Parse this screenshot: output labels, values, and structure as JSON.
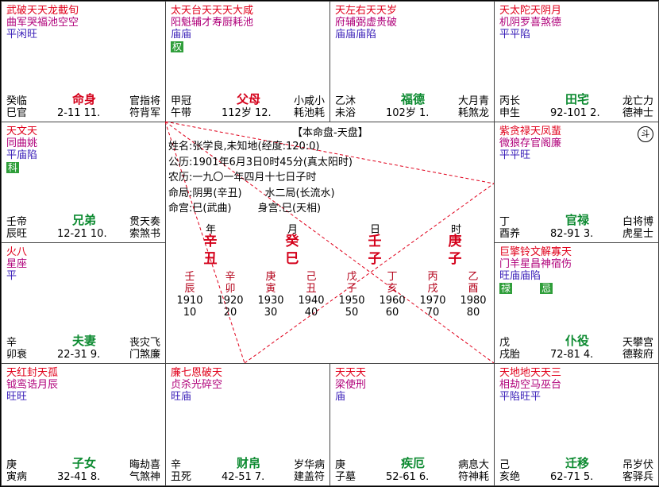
{
  "title": "【本命盘-天盘】",
  "info": {
    "name_line": "姓名:张学良,未知地(经度:120:0)",
    "solar_line": "公历:1901年6月3日0时45分(真太阳时)",
    "lunar_line": "农历:一九〇一年四月十七日子时",
    "mingju_line": "命局:阴男(辛丑)       水二局(长流水)",
    "gong_line": "命宫:巳(武曲)        身宫:巳(天相)"
  },
  "pillars": {
    "labels": [
      "年",
      "月",
      "日",
      "时"
    ],
    "gan": [
      "辛",
      "癸",
      "壬",
      "庚"
    ],
    "zhi": [
      "丑",
      "巳",
      "子",
      "子"
    ]
  },
  "dayun": [
    {
      "gan": "壬",
      "zhi": "辰",
      "year": "1910",
      "age": "10"
    },
    {
      "gan": "辛",
      "zhi": "卯",
      "year": "1920",
      "age": "20"
    },
    {
      "gan": "庚",
      "zhi": "寅",
      "year": "1930",
      "age": "30"
    },
    {
      "gan": "己",
      "zhi": "丑",
      "year": "1940",
      "age": "40"
    },
    {
      "gan": "戊",
      "zhi": "子",
      "year": "1950",
      "age": "50"
    },
    {
      "gan": "丁",
      "zhi": "亥",
      "year": "1960",
      "age": "60"
    },
    {
      "gan": "丙",
      "zhi": "戌",
      "year": "1970",
      "age": "70"
    },
    {
      "gan": "乙",
      "zhi": "酉",
      "year": "1980",
      "age": "80"
    }
  ],
  "corner_badge": "斗",
  "palaces": {
    "si": {
      "main": "武破天天龙截旬",
      "aux": "曲军哭福池空空",
      "bright": "平闲旺",
      "hua": "",
      "hua2": "",
      "gan1": "癸",
      "gan2": "巳",
      "cs1": "临",
      "cs2": "官",
      "name": "命身",
      "range": "2-11 11.",
      "sm_top": [
        "官",
        "指",
        "将"
      ],
      "sm_bot": [
        "符",
        "背",
        "军"
      ]
    },
    "wu": {
      "main": "太天台天天天大咸",
      "aux": "阳魁辅才寿厨耗池",
      "bright": "庙庙",
      "hua": "权",
      "hua2": "",
      "gan1": "甲",
      "gan2": "午",
      "cs1": "冠",
      "cs2": "带",
      "name": "父母",
      "range": "112岁 12.",
      "sm_top": [
        "小",
        "咸",
        "小"
      ],
      "sm_bot": [
        "耗",
        "池",
        "耗"
      ]
    },
    "wei": {
      "main": "天左右天天岁",
      "aux": "府辅弼虚贵破",
      "bright": "庙庙庙陷",
      "hua": "",
      "hua2": "",
      "gan1": "乙",
      "gan2": "未",
      "cs1": "沐",
      "cs2": "浴",
      "name": "福德",
      "range": "102岁 1.",
      "sm_top": [
        "大",
        "月",
        "青"
      ],
      "sm_bot": [
        "耗",
        "煞",
        "龙"
      ]
    },
    "shen": {
      "main": "天太陀天阴月",
      "aux": "机阴罗喜煞德",
      "bright": "平平陷",
      "hua": "",
      "hua2": "",
      "gan1": "丙",
      "gan2": "申",
      "cs1": "长",
      "cs2": "生",
      "name": "田宅",
      "range": "92-101 2.",
      "sm_top": [
        "龙",
        "亡",
        "力"
      ],
      "sm_bot": [
        "德",
        "神",
        "士"
      ]
    },
    "chen": {
      "main": "天文天",
      "aux": "同曲姚",
      "bright": "平庙陷",
      "hua": "科",
      "hua2": "",
      "gan1": "壬",
      "gan2": "辰",
      "cs1": "帝",
      "cs2": "旺",
      "name": "兄弟",
      "range": "12-21 10.",
      "sm_top": [
        "贯",
        "天",
        "奏"
      ],
      "sm_bot": [
        "索",
        "煞",
        "书"
      ]
    },
    "you": {
      "main": "紫贪禄天凤蜚",
      "aux": "微狼存官阁廉",
      "bright": "平平旺",
      "hua": "",
      "hua2": "",
      "gan1": "丁",
      "gan2": "酉",
      "cs1": "",
      "cs2": "养",
      "name": "官禄",
      "range": "82-91 3.",
      "sm_top": [
        "白",
        "将",
        "博"
      ],
      "sm_bot": [
        "虎",
        "星",
        "士"
      ]
    },
    "mao": {
      "main": "火八",
      "aux": "星座",
      "bright": "平",
      "hua": "",
      "hua2": "",
      "gan1": "辛",
      "gan2": "卯",
      "cs1": "",
      "cs2": "衰",
      "name": "夫妻",
      "range": "22-31 9.",
      "sm_top": [
        "丧",
        "灾",
        "飞"
      ],
      "sm_bot": [
        "门",
        "煞",
        "廉"
      ]
    },
    "xu": {
      "main": "巨擎铃文解寡天",
      "aux": "门羊星昌神宿伤",
      "bright": "旺庙庙陷",
      "hua": "禄",
      "hua2": "忌",
      "gan1": "戊",
      "gan2": "戌",
      "cs1": "",
      "cs2": "胎",
      "name": "仆役",
      "range": "72-81 4.",
      "sm_top": [
        "天",
        "攀",
        "宫"
      ],
      "sm_bot": [
        "德",
        "鞍",
        "府"
      ]
    },
    "yin": {
      "main": "天红封天孤",
      "aux": "钺鸾诰月辰",
      "bright": "旺旺",
      "hua": "",
      "hua2": "",
      "gan1": "庚",
      "gan2": "寅",
      "cs1": "",
      "cs2": "病",
      "name": "子女",
      "range": "32-41 8.",
      "sm_top": [
        "晦",
        "劫",
        "喜"
      ],
      "sm_bot": [
        "气",
        "煞",
        "神"
      ]
    },
    "chou": {
      "main": "廉七恩破天",
      "aux": "贞杀光碎空",
      "bright": "旺庙",
      "hua": "",
      "hua2": "",
      "gan1": "辛",
      "gan2": "丑",
      "cs1": "",
      "cs2": "死",
      "name": "财帛",
      "range": "42-51 7.",
      "sm_top": [
        "岁",
        "华",
        "病"
      ],
      "sm_bot": [
        "建",
        "盖",
        "符"
      ]
    },
    "zi": {
      "main": "天天天",
      "aux": "梁使刑",
      "bright": "庙",
      "hua": "",
      "hua2": "",
      "gan1": "庚",
      "gan2": "子",
      "cs1": "",
      "cs2": "墓",
      "name": "疾厄",
      "range": "52-61 6.",
      "sm_top": [
        "病",
        "息",
        "大"
      ],
      "sm_bot": [
        "符",
        "神",
        "耗"
      ]
    },
    "hai": {
      "main": "天地地天天三",
      "aux": "相劫空马巫台",
      "bright": "平陷旺平",
      "hua": "",
      "hua2": "",
      "gan1": "己",
      "gan2": "亥",
      "cs1": "",
      "cs2": "绝",
      "name": "迁移",
      "range": "62-71 5.",
      "sm_top": [
        "吊",
        "岁",
        "伏"
      ],
      "sm_bot": [
        "客",
        "驿",
        "兵"
      ]
    }
  }
}
